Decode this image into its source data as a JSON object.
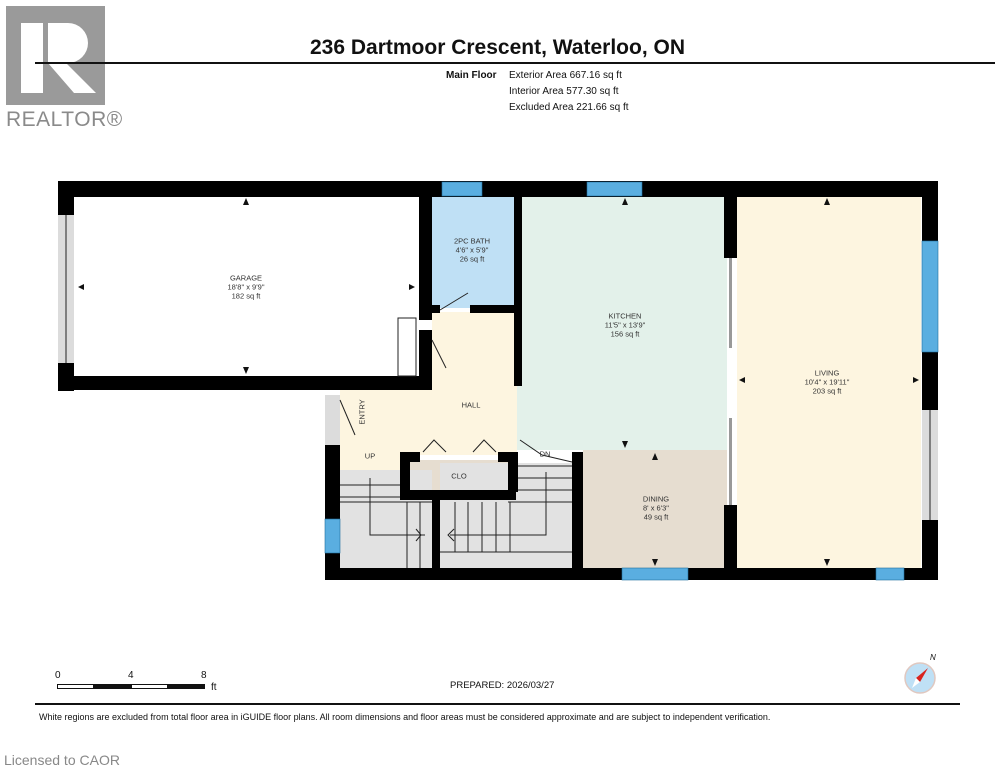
{
  "logo": {
    "text": "REALTOR®",
    "color": "#9a9a9a"
  },
  "header": {
    "title": "236 Dartmoor Crescent, Waterloo, ON",
    "floor_label": "Main Floor",
    "areas": [
      "Exterior Area 667.16 sq ft",
      "Interior Area 577.30 sq ft",
      "Excluded Area 221.66 sq ft"
    ]
  },
  "rooms": {
    "garage": {
      "name": "GARAGE",
      "dims": "18'8\" x 9'9\"",
      "area": "182 sq ft",
      "color": "#ffffff"
    },
    "bath": {
      "name": "2PC BATH",
      "dims": "4'6\" x 5'9\"",
      "area": "26 sq ft",
      "color": "#bfe0f5"
    },
    "kitchen": {
      "name": "KITCHEN",
      "dims": "11'5\" x 13'9\"",
      "area": "156 sq ft",
      "color": "#e3f1ea"
    },
    "living": {
      "name": "LIVING",
      "dims": "10'4\" x 19'11\"",
      "area": "203 sq ft",
      "color": "#fdf5e0"
    },
    "dining": {
      "name": "DINING",
      "dims": "8' x 6'3\"",
      "area": "49 sq ft",
      "color": "#e6ddd0"
    },
    "hall": {
      "name": "HALL",
      "color": "#fdf5e0"
    },
    "closet": {
      "name": "CLO",
      "color": "#e6ddd0"
    },
    "entry": {
      "name": "ENTRY"
    },
    "stairs_up": {
      "name": "UP"
    },
    "stairs_down": {
      "name": "DN"
    }
  },
  "colors": {
    "wall": "#000000",
    "window": "#5aaee0",
    "stairs": "#e2e2e2"
  },
  "scale": {
    "ticks": [
      "0",
      "4",
      "8"
    ],
    "unit": "ft"
  },
  "prepared": "PREPARED: 2026/03/27",
  "compass": {
    "label": "N"
  },
  "disclaimer": "White regions are excluded from total floor area in iGUIDE floor plans. All room dimensions and floor areas must be considered approximate and are subject to independent verification.",
  "license": "Licensed to CAOR"
}
